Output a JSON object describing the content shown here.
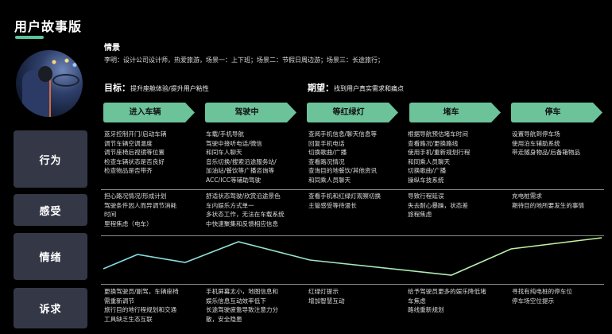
{
  "header": {
    "title": "用户故事版"
  },
  "scenario": {
    "heading": "情景",
    "text": "李明：设计公司设计师，热爱旅游，场景一：上下班；场景二：节假日周边游；场景三：长途旅行；"
  },
  "goal": {
    "label": "目标：",
    "text": "提升座舱体验/提升用户粘性"
  },
  "expectation": {
    "label": "期望：",
    "text": "找到用户真实需求和痛点"
  },
  "stages": [
    {
      "label": "进入车辆"
    },
    {
      "label": "驾驶中"
    },
    {
      "label": "等红绿灯"
    },
    {
      "label": "堵车"
    },
    {
      "label": "停车"
    }
  ],
  "rows": {
    "behavior": {
      "label": "行为"
    },
    "feeling": {
      "label": "感受"
    },
    "emotion": {
      "label": "情绪"
    },
    "appeal": {
      "label": "诉求"
    }
  },
  "behavior": [
    [
      "蓝牙控制开门/启动车辆",
      "调节车辆空调温度",
      "调节座椅后视镜等位置",
      "检查车辆状态是否良好",
      "检查物品是否带齐"
    ],
    [
      "车载/手机导航",
      "驾驶中接听电话/微信",
      "和同车人聊天",
      "音乐切换/搜索沿途服务站/",
      "加油站/餐饮等广播咨询等",
      "ACC/ICC等辅助驾驶"
    ],
    [
      "查阅手机信息/聊天信息等",
      "回复手机电话",
      "切换歌曲/广播",
      "查看路况情况",
      "查询目的地餐饮/其他资讯",
      "和同乘人员聊天"
    ],
    [
      "根据导航预估堵车时间",
      "查看路况/更换路线",
      "使用手机/重新规划行程",
      "和同乘人员聊天",
      "切换歌曲/广播",
      "操纵车技系统"
    ],
    [
      "设置导航到停车场",
      "使用泊车辅助系统",
      "带走随身物品/后备箱物品"
    ]
  ],
  "feeling": [
    [
      "担心路况情况/形成计划",
      "驾驶条件因人而异调节消耗",
      "时间",
      "里程焦虑（电车）"
    ],
    [
      "舒适状态驾驶/欣赏沿途景色",
      "车内娱乐方式单一",
      "多状态工作，无法在车载系统",
      "中快速聚集和反馈相应信息"
    ],
    [
      "查看手机和红绿灯观察切换",
      "主管感受等待漫长"
    ],
    [
      "导致行程延误",
      "失去耐心暴躁，状态差",
      "旅程焦虑"
    ],
    [
      "充电桩需求",
      "期待目的地所要发生的事情"
    ]
  ],
  "appeal": [
    [
      "更换驾驶员/副驾，车辆座椅",
      "需重新调节",
      "旅行目的地行程规划和交通",
      "工具缺乏生态互联"
    ],
    [
      "手机屏幕太小，地图信息和",
      "娱乐信息互动效率低下",
      "长途驾驶疲惫导致注意力分",
      "散，安全隐患"
    ],
    [
      "红绿灯提示",
      "增加智慧互动"
    ],
    [
      "给予驾驶员更多的娱乐降低堵",
      "车焦虑",
      "路线重新规划"
    ],
    [
      "寻找有纯电桩的停车位",
      "停车场空位提示"
    ]
  ],
  "colors": {
    "accent": "#5bc49b",
    "stage_fill": "#6cc39a",
    "label_box": "#343846",
    "line_start": "#7fd9e6",
    "line_end": "#c8f59a"
  },
  "chart_data": {
    "type": "line",
    "title": "情绪",
    "x": [
      "start",
      "进入车辆",
      "进入车辆-end",
      "驾驶中",
      "等红绿灯",
      "堵车",
      "停车-start",
      "停车-end"
    ],
    "values": [
      2.0,
      4.0,
      3.0,
      5.5,
      3.3,
      1.3,
      4.9,
      6.4
    ],
    "ylim": [
      0,
      7
    ],
    "grid": false,
    "legend": "none"
  }
}
